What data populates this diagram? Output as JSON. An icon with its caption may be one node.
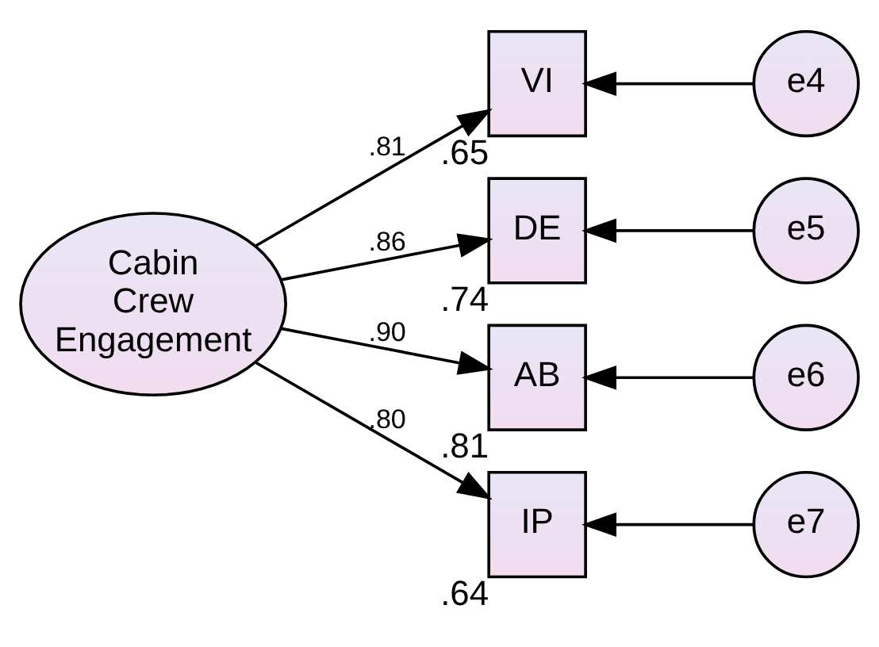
{
  "diagram": {
    "nodes": [
      {
        "text": [
          "Cabin Crew Engagement"
        ]
      },
      {
        "text": [
          "VI"
        ],
        "beside": [
          ".65"
        ]
      },
      {
        "text": [
          "DE"
        ],
        "beside": [
          ".74"
        ]
      },
      {
        "text": [
          "AB"
        ],
        "beside": [
          ".81"
        ]
      },
      {
        "text": [
          "IP"
        ],
        "beside": [
          ".64"
        ]
      },
      {
        "text": [
          "e4"
        ]
      },
      {
        "text": [
          "e5"
        ]
      },
      {
        "text": [
          "e6"
        ]
      },
      {
        "text": [
          "e7"
        ]
      }
    ],
    "edges": [
      {
        "from": 0,
        "to": 1,
        "arrow": "to",
        "label": ".81"
      },
      {
        "from": 0,
        "to": 2,
        "arrow": "to",
        "label": ".86"
      },
      {
        "from": 0,
        "to": 3,
        "arrow": "to",
        "label": ".90"
      },
      {
        "from": 0,
        "to": 4,
        "arrow": "to",
        "label": ".80"
      },
      {
        "from": 5,
        "to": 1,
        "arrow": "to"
      },
      {
        "from": 6,
        "to": 2,
        "arrow": "to"
      },
      {
        "from": 7,
        "to": 3,
        "arrow": "to"
      },
      {
        "from": 8,
        "to": 4,
        "arrow": "to"
      }
    ]
  }
}
